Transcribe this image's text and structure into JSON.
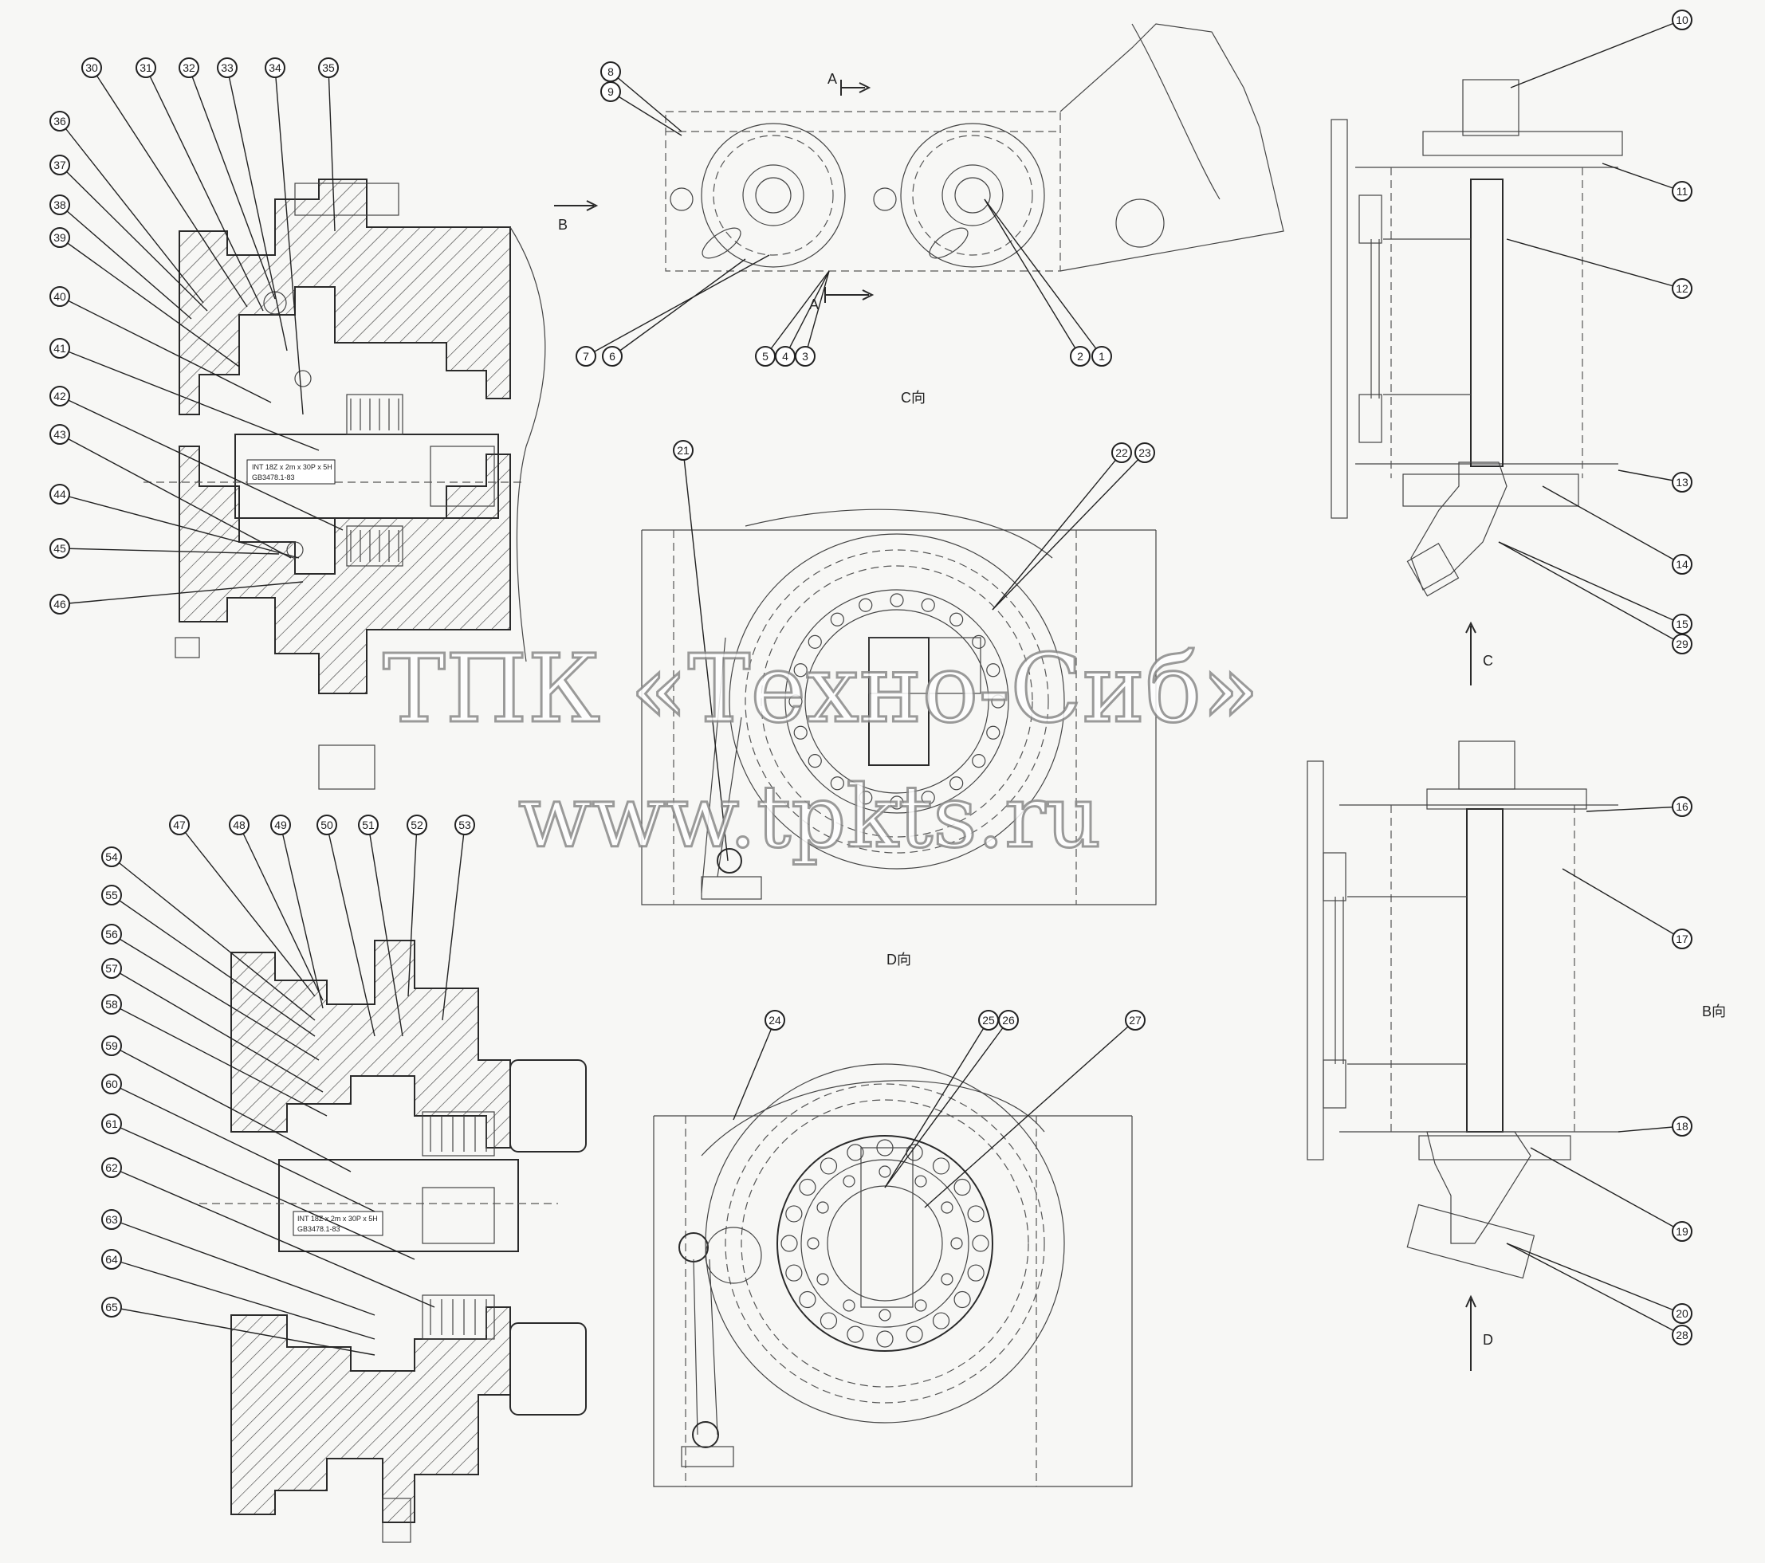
{
  "watermark": {
    "company": "ТПК «Техно-Сиб»",
    "url": "www.tpkts.ru"
  },
  "view_labels": {
    "c_view": "C向",
    "d_view": "D向",
    "b_view": "B向"
  },
  "section_markers": {
    "a_top": "A",
    "a_bottom": "A",
    "b_arrow": "B",
    "c_arrow": "C",
    "d_arrow": "D"
  },
  "spline_spec": {
    "line1": "INT 18Z x 2m x 30P x 5H",
    "line2": "GB3478.1-83"
  },
  "callouts_top_section": [
    "30",
    "31",
    "32",
    "33",
    "34",
    "35",
    "36",
    "37",
    "38",
    "39",
    "40",
    "41",
    "42",
    "43",
    "44",
    "45",
    "46"
  ],
  "callouts_bottom_section": [
    "47",
    "48",
    "49",
    "50",
    "51",
    "52",
    "53",
    "54",
    "55",
    "56",
    "57",
    "58",
    "59",
    "60",
    "61",
    "62",
    "63",
    "64",
    "65"
  ],
  "callouts_top_view": [
    "8",
    "9",
    "7",
    "6",
    "5",
    "4",
    "3",
    "2",
    "1"
  ],
  "callouts_side_top": [
    "10",
    "11",
    "12",
    "13",
    "14",
    "15",
    "29"
  ],
  "callouts_side_bottom": [
    "16",
    "17",
    "18",
    "19",
    "20",
    "28"
  ],
  "callouts_d_view": [
    "21",
    "22",
    "23"
  ],
  "callouts_bottom_front": [
    "24",
    "25",
    "26",
    "27"
  ]
}
